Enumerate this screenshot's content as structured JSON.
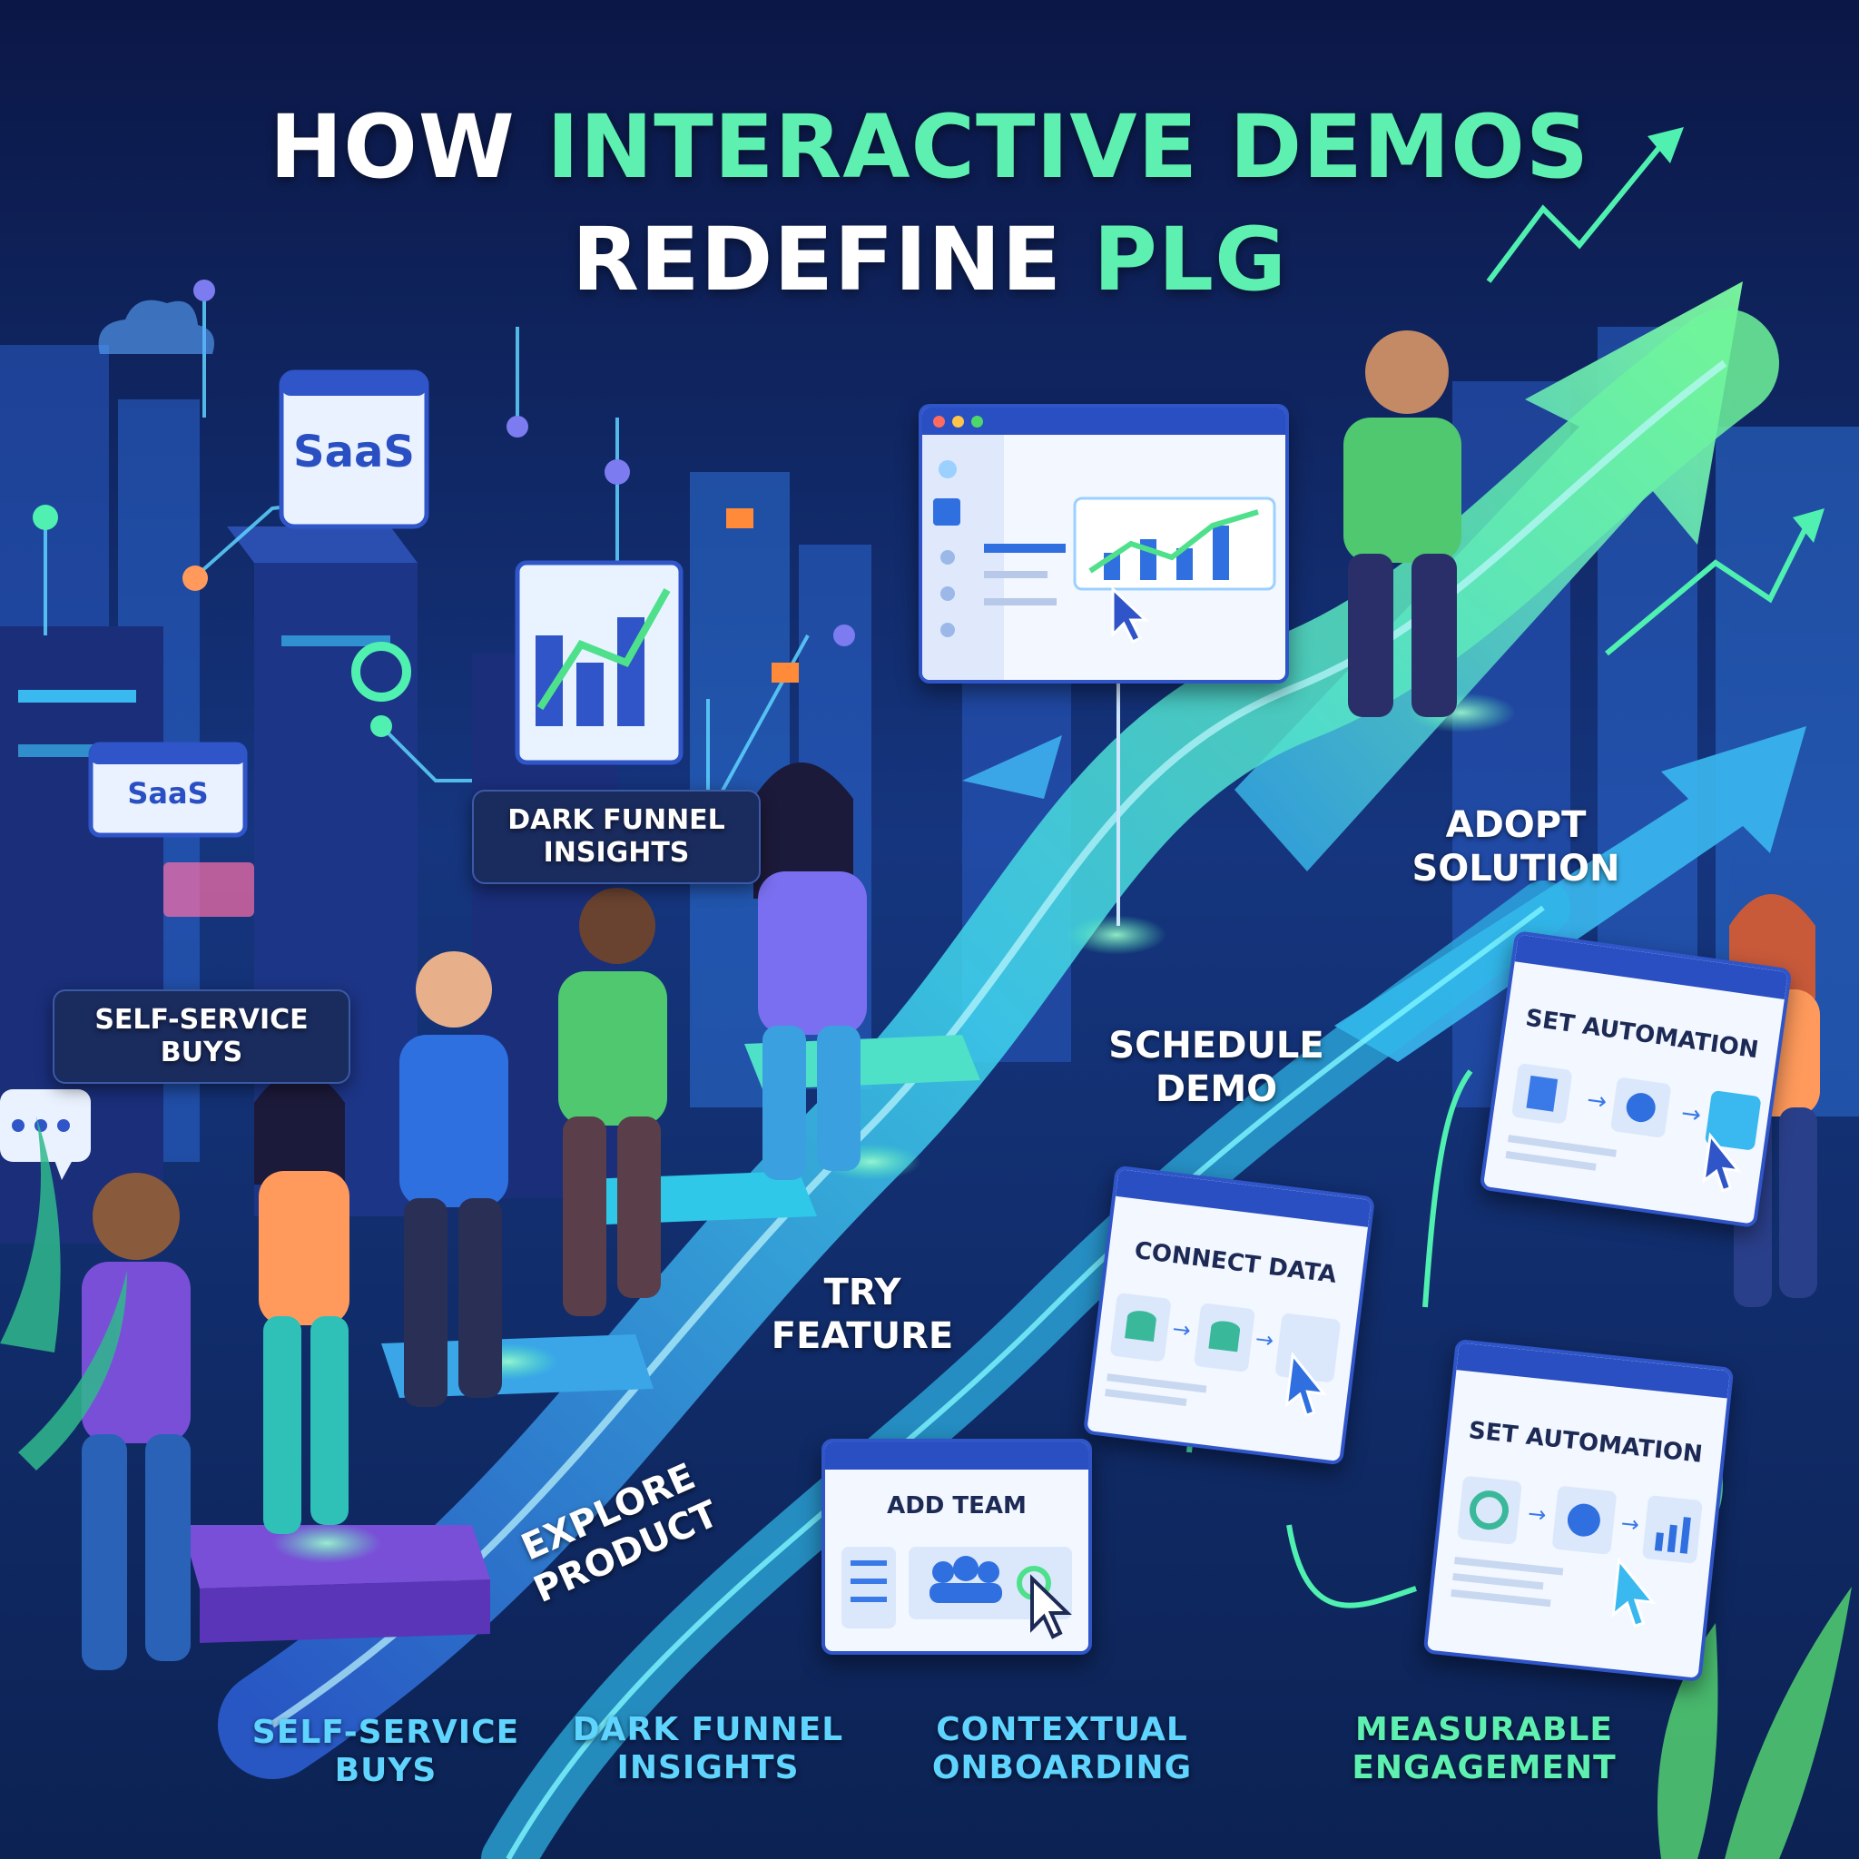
{
  "title": {
    "line1_plain": "HOW ",
    "line1_accent": "INTERACTIVE DEMOS",
    "line2_plain": "REDEFINE ",
    "line2_accent": "PLG"
  },
  "signs": {
    "saas_large": "SaaS",
    "saas_small": "SaaS"
  },
  "callouts": {
    "dark_funnel": [
      "DARK FUNNEL",
      "INSIGHTS"
    ],
    "self_service": [
      "SELF-SERVICE",
      "BUYS"
    ]
  },
  "path_labels": {
    "explore": [
      "EXPLORE",
      "PRODUCT"
    ],
    "try": [
      "TRY",
      "FEATURE"
    ],
    "schedule": [
      "SCHEDULE",
      "DEMO"
    ],
    "adopt": [
      "ADOPT",
      "SOLUTION"
    ]
  },
  "windows": {
    "add_team": "ADD TEAM",
    "connect_data": "CONNECT DATA",
    "set_automation_top": "SET AUTOMATION",
    "set_automation_bottom": "SET AUTOMATION"
  },
  "bottom_labels": [
    {
      "lines": [
        "SELF-SERVICE",
        "BUYS"
      ],
      "color": "#5ed4ff"
    },
    {
      "lines": [
        "DARK FUNNEL",
        "INSIGHTS"
      ],
      "color": "#5ed4ff"
    },
    {
      "lines": [
        "CONTEXTUAL",
        "ONBOARDING"
      ],
      "color": "#5ed4ff"
    },
    {
      "lines": [
        "MEASURABLE",
        "ENGAGEMENT"
      ],
      "color": "#5ef0b0"
    }
  ],
  "colors": {
    "background": "#0d1a4a",
    "accent_green": "#5ef0b0",
    "path_cyan": "#3fd6f0",
    "window_blue": "#2a4fc2"
  }
}
